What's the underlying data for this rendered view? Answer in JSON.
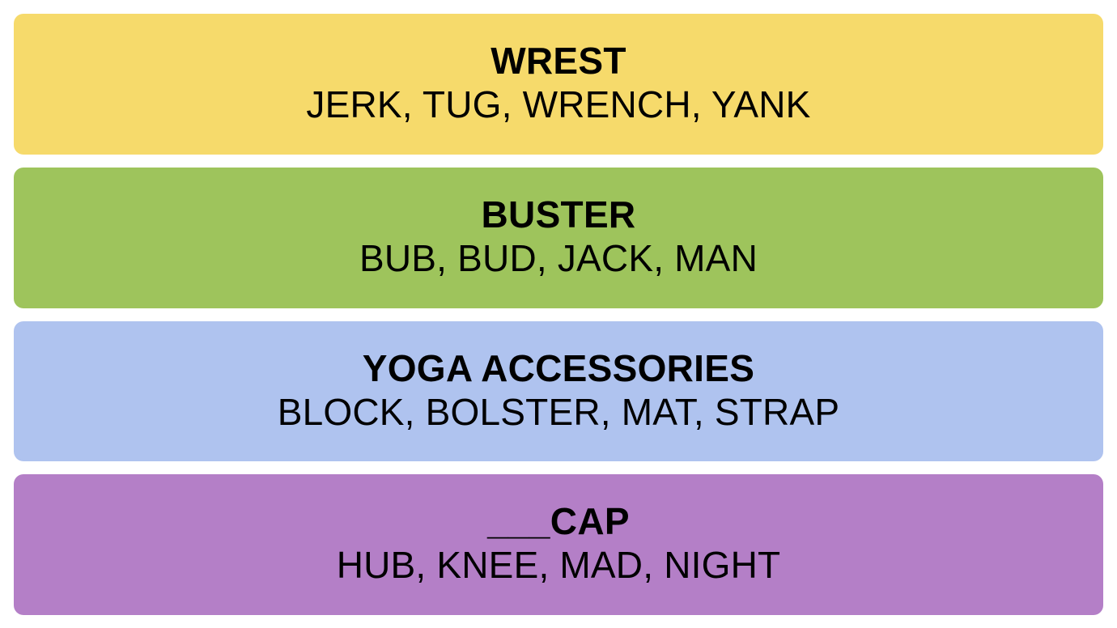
{
  "board": {
    "background_color": "#FFFFFF",
    "text_color": "#000000",
    "groups": [
      {
        "id": "yellow",
        "title": "WREST",
        "words_line": "JERK, TUG, WRENCH, YANK",
        "words": [
          "JERK",
          "TUG",
          "WRENCH",
          "YANK"
        ],
        "color": "#F6DA6B",
        "difficulty": "yellow"
      },
      {
        "id": "green",
        "title": "BUSTER",
        "words_line": "BUB, BUD, JACK, MAN",
        "words": [
          "BUB",
          "BUD",
          "JACK",
          "MAN"
        ],
        "color": "#9EC45C",
        "difficulty": "green"
      },
      {
        "id": "blue",
        "title": "YOGA ACCESSORIES",
        "words_line": "BLOCK, BOLSTER, MAT, STRAP",
        "words": [
          "BLOCK",
          "BOLSTER",
          "MAT",
          "STRAP"
        ],
        "color": "#AFC3EF",
        "difficulty": "blue"
      },
      {
        "id": "purple",
        "title": "___CAP",
        "words_line": "HUB, KNEE, MAD, NIGHT",
        "words": [
          "HUB",
          "KNEE",
          "MAD",
          "NIGHT"
        ],
        "color": "#B47FC7",
        "difficulty": "purple"
      }
    ]
  }
}
